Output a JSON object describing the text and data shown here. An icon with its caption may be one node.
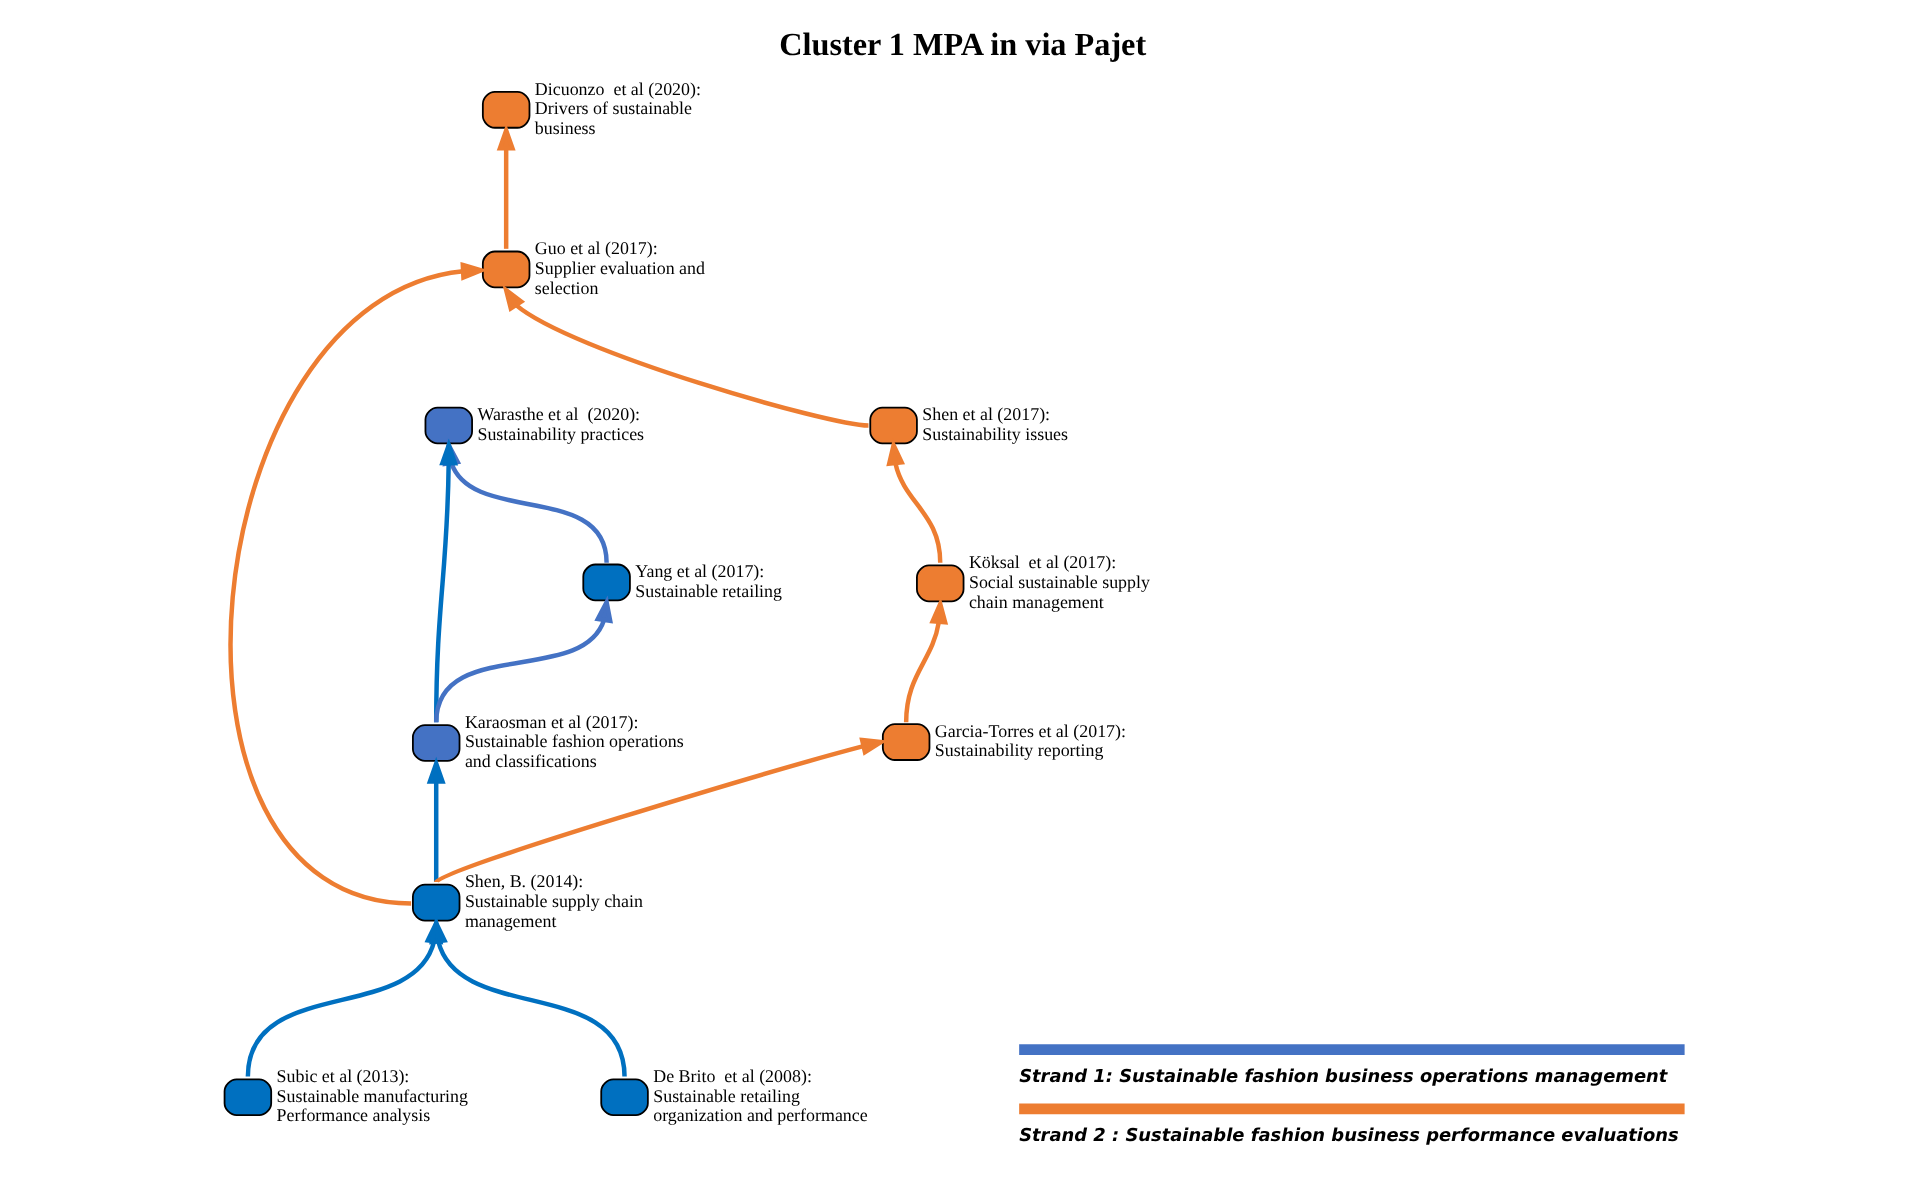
{
  "diagram": {
    "title": "Cluster 1 MPA in via Pajet",
    "nodes": [
      {
        "text": [
          "Warasthe et al  (2020):",
          "Sustainability practices"
        ]
      },
      {
        "text": [
          "Dicuonzo  et al (2020):",
          "Drivers of sustainable business"
        ]
      },
      {
        "text": [
          "Guo et al (2017):",
          "Supplier evaluation and selection"
        ]
      },
      {
        "text": [
          "Shen et al (2017):",
          "Sustainability issues"
        ]
      },
      {
        "text": [
          "Köksal  et al (2017):",
          "Social sustainable supply chain management"
        ]
      },
      {
        "text": [
          "Yang et al (2017):",
          "Sustainable retailing"
        ]
      },
      {
        "text": [
          "Karaosman et al (2017):",
          "Sustainable fashion operations and classifications"
        ]
      },
      {
        "text": [
          "Garcia-Torres et al (2017):",
          "Sustainability reporting"
        ]
      },
      {
        "text": [
          "Shen, B. (2014):",
          "Sustainable supply chain management"
        ]
      },
      {
        "text": [
          "Subic et al (2013):",
          "Sustainable manufacturing Performance analysis"
        ]
      },
      {
        "text": [
          "De Brito  et al (2008):",
          "Sustainable retailing organization and performance"
        ]
      }
    ],
    "edges": [
      {
        "from": 5,
        "to": 0,
        "arrow": "to",
        "color": "#4472c4"
      },
      {
        "from": 6,
        "to": 5,
        "arrow": "to",
        "color": "#4472c4"
      },
      {
        "from": 6,
        "to": 0,
        "arrow": "to",
        "color": "#0070c0"
      },
      {
        "from": 8,
        "to": 6,
        "arrow": "to",
        "color": "#0070c0"
      },
      {
        "from": 2,
        "to": 1,
        "arrow": "to"
      },
      {
        "from": 3,
        "to": 2,
        "arrow": "to"
      },
      {
        "from": 4,
        "to": 3,
        "arrow": "to"
      },
      {
        "from": 7,
        "to": 4,
        "arrow": "to"
      },
      {
        "from": 8,
        "to": 2,
        "arrow": "to"
      },
      {
        "from": 8,
        "to": 7,
        "arrow": "to"
      },
      {
        "from": 9,
        "to": 8,
        "arrow": "to",
        "color": "#0070c0"
      },
      {
        "from": 10,
        "to": 8,
        "arrow": "to",
        "color": "#0070c0"
      }
    ],
    "legend": [
      {
        "text": "Strand 1: Sustainable fashion business operations management",
        "color": "#4472c4"
      },
      {
        "text": "Strand 2 : Sustainable fashion business performance evaluations",
        "color": "#ed7d31"
      }
    ]
  }
}
